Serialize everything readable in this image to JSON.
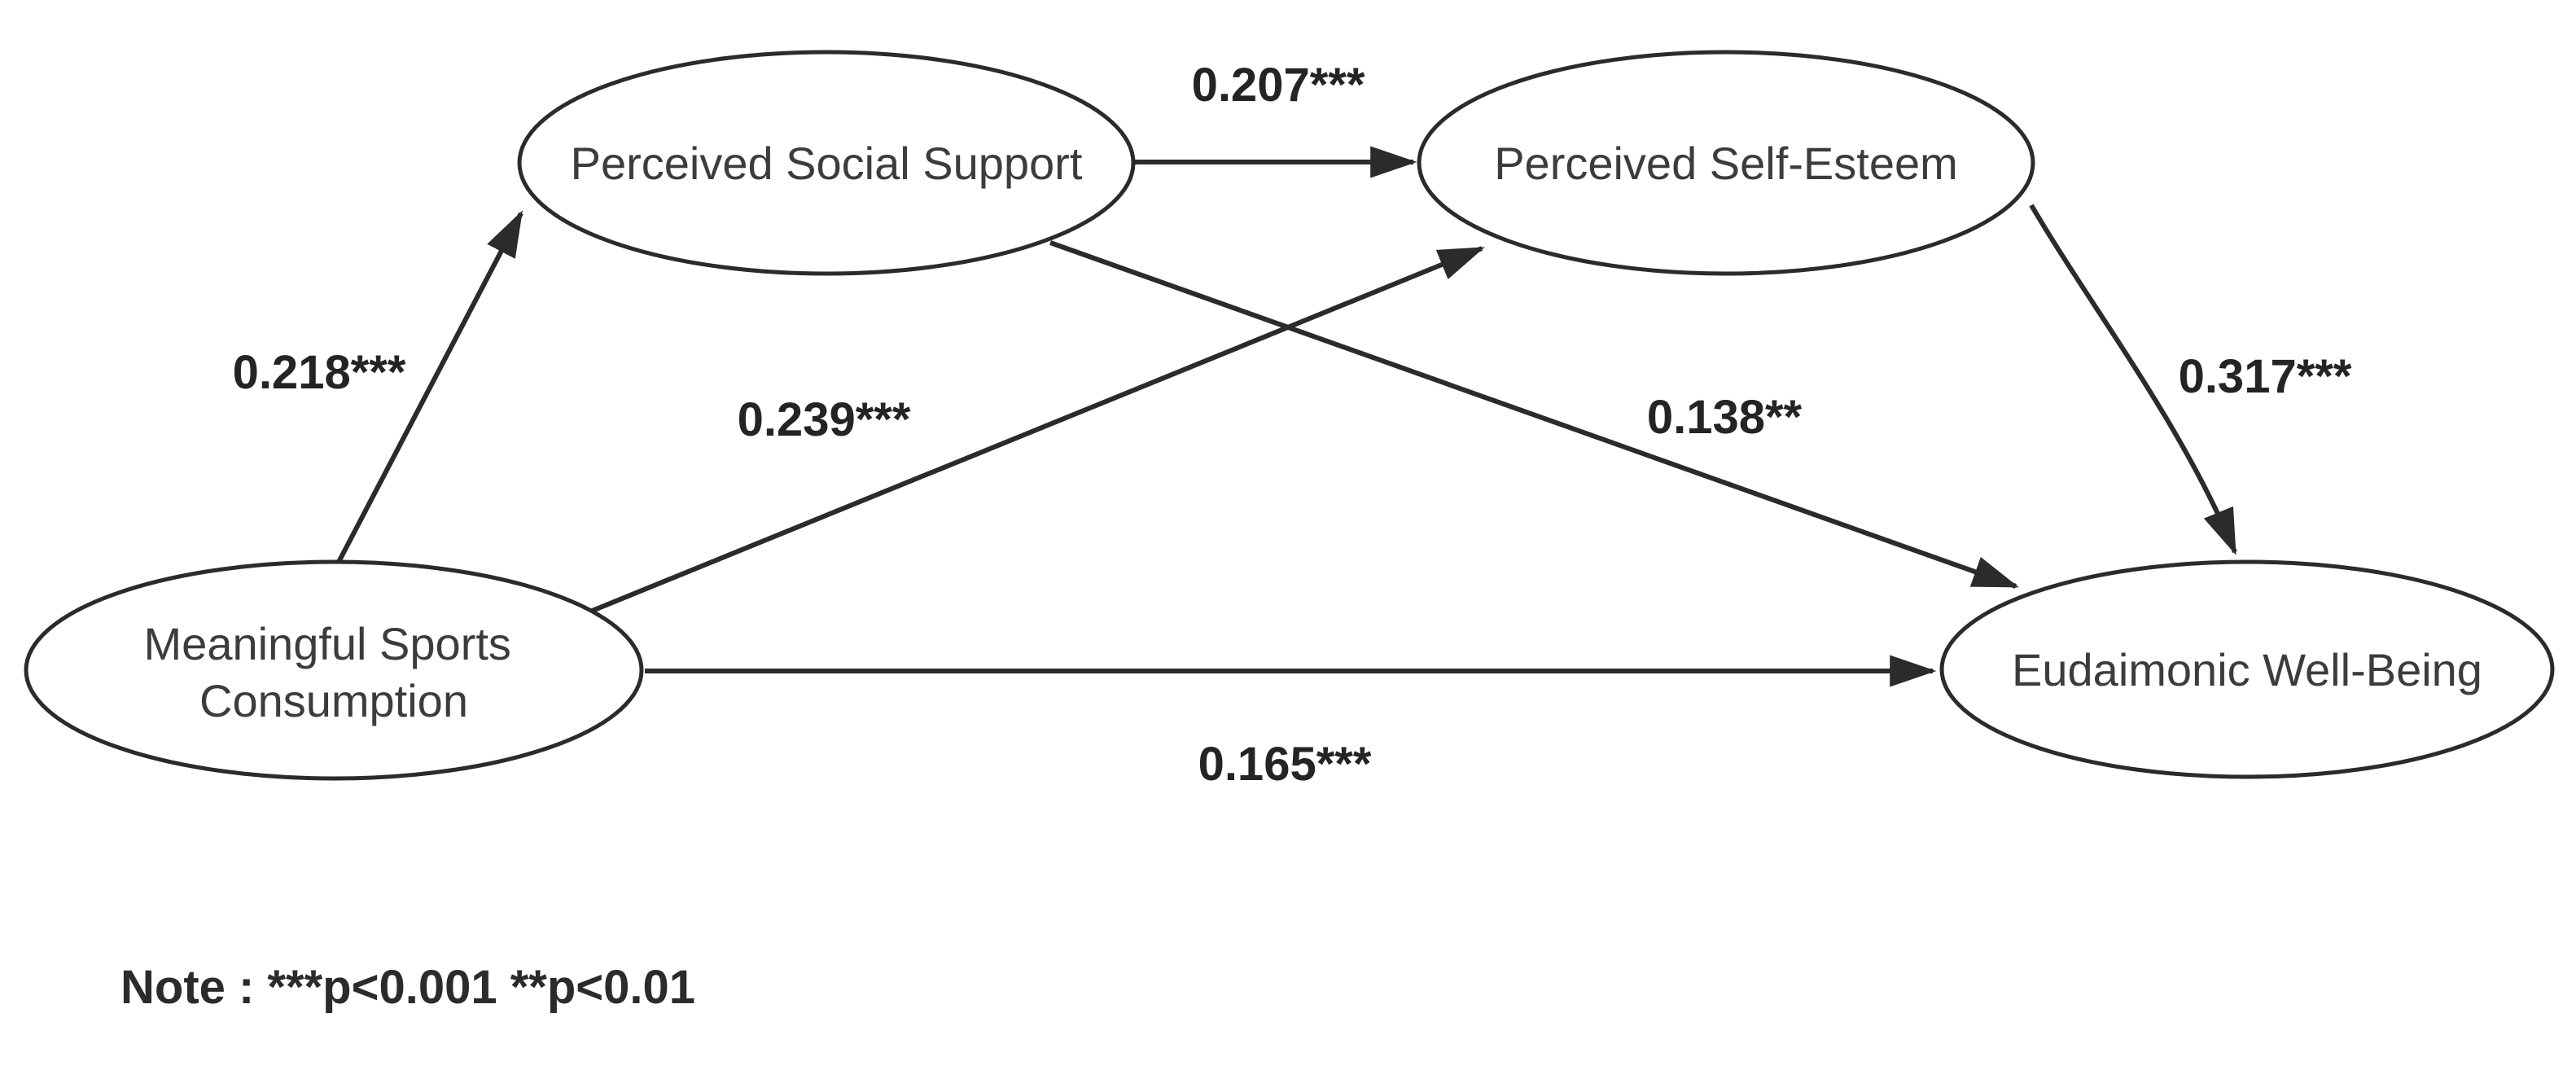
{
  "diagram": {
    "type": "path-model",
    "colors": {
      "background": "#ffffff",
      "line": "#2b2b2b",
      "node_text": "#3c3c3c",
      "coef_text": "#242424",
      "note_text": "#2b2b2b"
    },
    "nodes": [
      {
        "id": "perceived-social-support",
        "label": "Perceived Social Support",
        "lines": [
          "Perceived Social Support"
        ]
      },
      {
        "id": "perceived-self-esteem",
        "label": "Perceived Self-Esteem",
        "lines": [
          "Perceived Self-Esteem"
        ]
      },
      {
        "id": "meaningful-sports-consumption",
        "label": "Meaningful Sports Consumption",
        "lines": [
          "Meaningful Sports",
          "Consumption"
        ]
      },
      {
        "id": "eudaimonic-well-being",
        "label": "Eudaimonic Well-Being",
        "lines": [
          "Eudaimonic Well-Being"
        ]
      }
    ],
    "edges": [
      {
        "from": "meaningful-sports-consumption",
        "to": "perceived-social-support",
        "label": "0.218***"
      },
      {
        "from": "perceived-social-support",
        "to": "perceived-self-esteem",
        "label": "0.207***"
      },
      {
        "from": "meaningful-sports-consumption",
        "to": "perceived-self-esteem",
        "label": "0.239***"
      },
      {
        "from": "perceived-social-support",
        "to": "eudaimonic-well-being",
        "label": "0.138**"
      },
      {
        "from": "perceived-self-esteem",
        "to": "eudaimonic-well-being",
        "label": "0.317***"
      },
      {
        "from": "meaningful-sports-consumption",
        "to": "eudaimonic-well-being",
        "label": "0.165***"
      }
    ],
    "note": "Note : ***p<0.001 **p<0.01"
  }
}
